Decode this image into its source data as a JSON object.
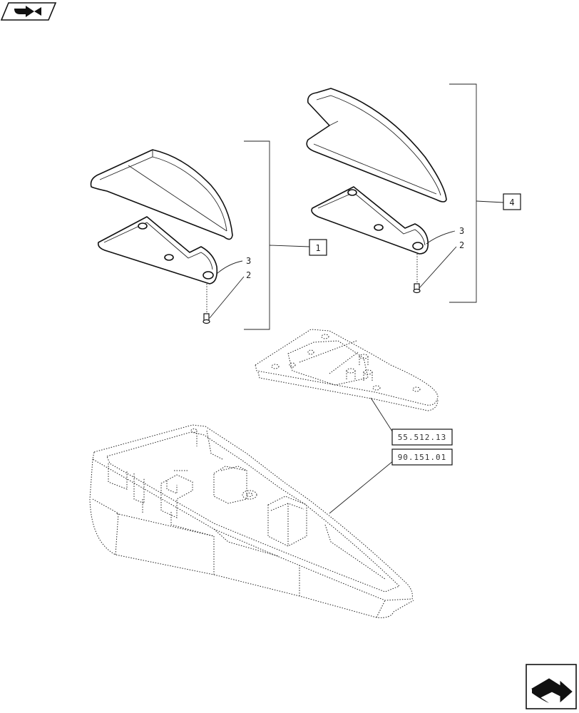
{
  "callouts": {
    "item_1": "1",
    "item_2_left": "2",
    "item_3_left": "3",
    "item_2_right": "2",
    "item_3_right": "3",
    "item_4": "4"
  },
  "references": {
    "ref_a": "55.512.13",
    "ref_b": "90.151.01"
  },
  "icons": {
    "top_left": "book-arrow-icon",
    "bottom_right": "next-page-arrow-icon"
  }
}
